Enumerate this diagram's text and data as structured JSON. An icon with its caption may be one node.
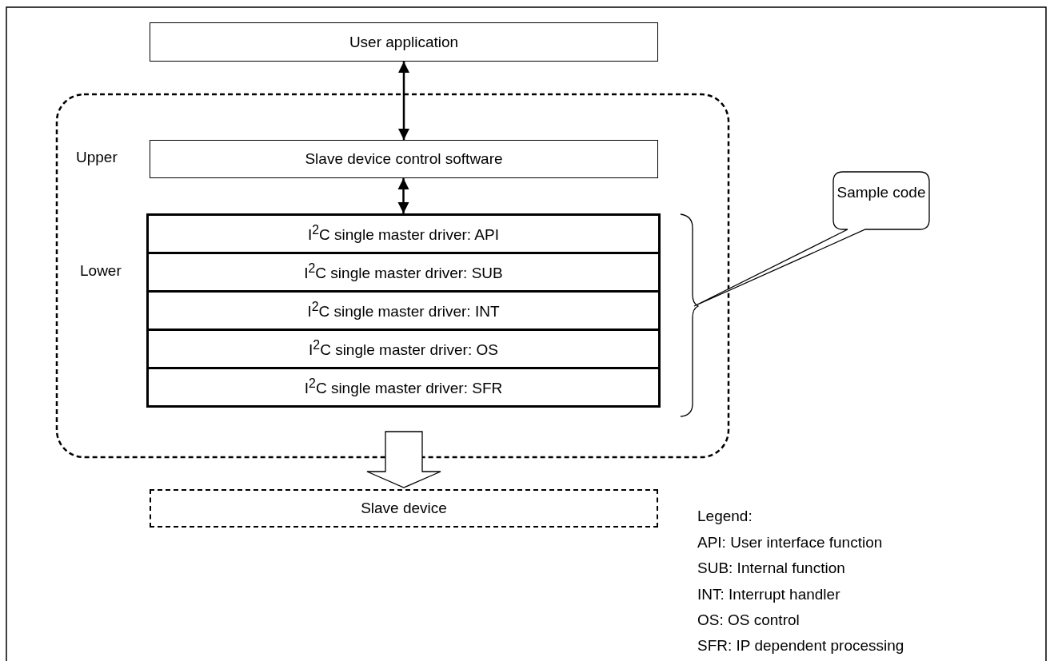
{
  "diagram": {
    "nodes": [
      {
        "text": [
          "User application"
        ]
      },
      {
        "text": [],
        "shape": "box"
      },
      {
        "text": [
          "Slave device control software"
        ],
        "in": 1
      },
      {
        "text": [
          "I$^{2}$C single master driver: API"
        ],
        "in": 1
      },
      {
        "text": [
          "I$^{2}$C single master driver: SUB"
        ],
        "in": 1
      },
      {
        "text": [
          "I$^{2}$C single master driver: INT"
        ],
        "in": 1
      },
      {
        "text": [
          "I$^{2}$C single master driver: OS"
        ],
        "in": 1
      },
      {
        "text": [
          "I$^{2}$C single master driver: SFR"
        ],
        "in": 1
      },
      {
        "text": [
          "Sample code"
        ]
      },
      {
        "text": [
          "Slave device"
        ]
      }
    ],
    "edges": [
      {
        "from": 0,
        "to": 2,
        "arrow": "both"
      },
      {
        "from": 2,
        "to": 3,
        "arrow": "both"
      },
      {
        "from": 1,
        "to": 9,
        "arrow": "to",
        "style": "thick"
      }
    ],
    "labels": [
      "Upper",
      "Lower",
      "Legend:",
      "API: User interface function",
      "SUB: Internal function",
      "INT: Interrupt handler",
      "OS: OS control",
      "SFR: IP dependent processing"
    ]
  }
}
